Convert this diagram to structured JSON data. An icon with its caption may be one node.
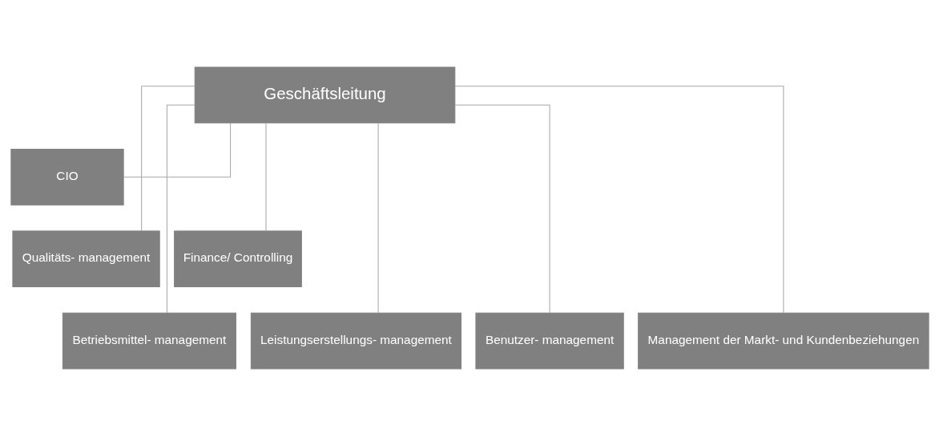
{
  "diagram": {
    "nodes": [
      {
        "text": [
          "Geschäftsleitung"
        ]
      },
      {
        "text": [
          "CIO"
        ]
      },
      {
        "text": [
          "Qualitäts- management"
        ]
      },
      {
        "text": [
          "Finance/ Controlling"
        ]
      },
      {
        "text": [
          "Betriebsmittel- management"
        ]
      },
      {
        "text": [
          "Leistungserstellungs- management"
        ]
      },
      {
        "text": [
          "Benutzer- management"
        ]
      },
      {
        "text": [
          "Management der Markt- und Kundenbeziehungen"
        ]
      }
    ],
    "edges": [
      {
        "from": 0,
        "to": 1,
        "arrow": "none"
      },
      {
        "from": 0,
        "to": 2,
        "arrow": "none"
      },
      {
        "from": 0,
        "to": 3,
        "arrow": "none"
      },
      {
        "from": 0,
        "to": 4,
        "arrow": "none"
      },
      {
        "from": 0,
        "to": 5,
        "arrow": "none"
      },
      {
        "from": 0,
        "to": 6,
        "arrow": "none"
      },
      {
        "from": 0,
        "to": 7,
        "arrow": "none"
      }
    ]
  }
}
